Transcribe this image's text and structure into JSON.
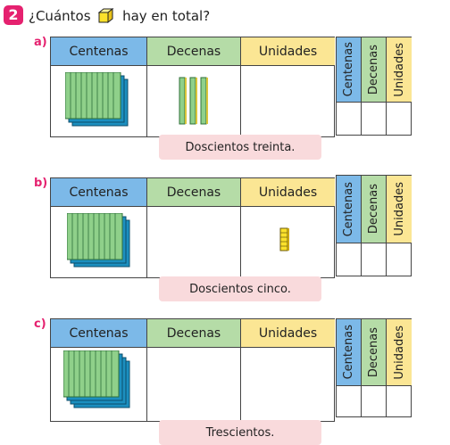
{
  "exercise": {
    "number": "2",
    "instruction_before": "¿Cuántos",
    "instruction_after": "hay en total?"
  },
  "headers": {
    "centenas": "Centenas",
    "decenas": "Decenas",
    "unidades": "Unidades"
  },
  "items": [
    {
      "letter": "a)",
      "answer": "Doscientos treinta.",
      "centenas_blocks": 2,
      "decenas_rods": 3,
      "unidades_cubes": 0
    },
    {
      "letter": "b)",
      "answer": "Doscientos cinco.",
      "centenas_blocks": 2,
      "decenas_rods": 0,
      "unidades_cubes": 5
    },
    {
      "letter": "c)",
      "answer": "Trescientos.",
      "centenas_blocks": 3,
      "decenas_rods": 0,
      "unidades_cubes": 0
    }
  ],
  "colors": {
    "centenas": "#7cb9e8",
    "decenas": "#b5dca7",
    "unidades": "#fbe694",
    "accent": "#e5216f",
    "answer_bg": "#f9dadc"
  }
}
